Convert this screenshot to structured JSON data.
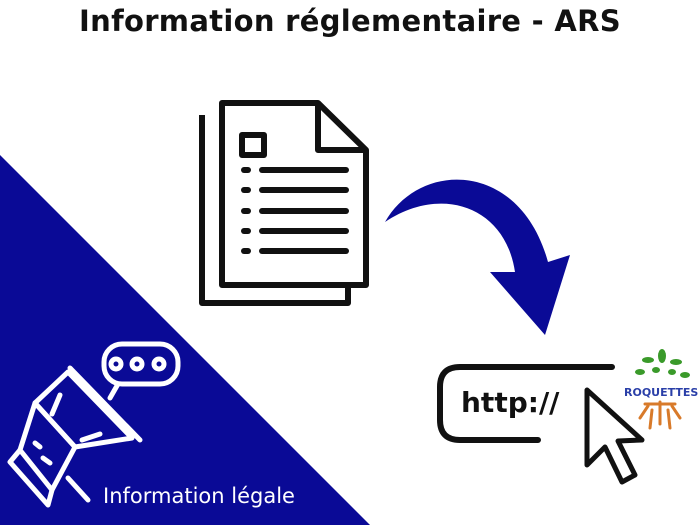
{
  "title": "Information réglementaire - ARS",
  "badge_label": "Information légale",
  "url_text": "http://",
  "logo_text": "ROQUETTES",
  "colors": {
    "accent": "#0a0a96",
    "logo_green": "#3a9a2a",
    "logo_orange": "#d87a2a"
  }
}
